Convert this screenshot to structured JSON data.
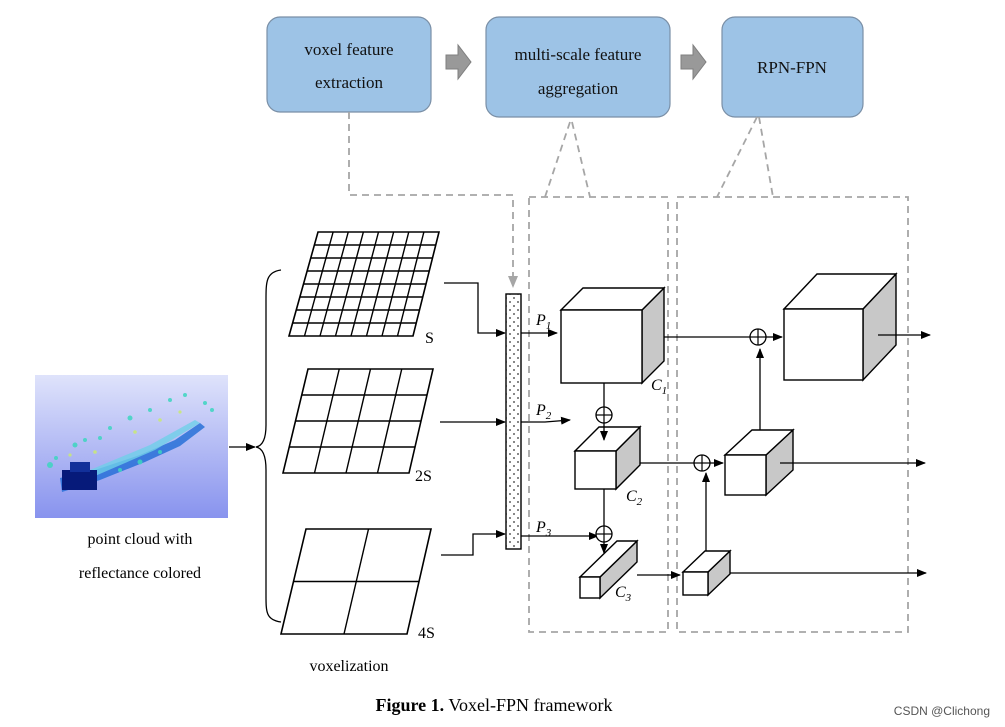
{
  "stages": [
    {
      "line1": "voxel feature",
      "line2": "extraction"
    },
    {
      "line1": "multi-scale feature",
      "line2": "aggregation"
    },
    {
      "line1": "RPN-FPN",
      "line2": ""
    }
  ],
  "pointcloud": {
    "line1": "point cloud with",
    "line2": "reflectance colored"
  },
  "grid_labels": {
    "s": "S",
    "s2": "2S",
    "s4": "4S"
  },
  "voxelization_label": "voxelization",
  "p_labels": {
    "p1": "P",
    "p1_sub": "1",
    "p2": "P",
    "p2_sub": "2",
    "p3": "P",
    "p3_sub": "3"
  },
  "c_labels": {
    "c1": "C",
    "c1_sub": "1",
    "c2": "C",
    "c2_sub": "2",
    "c3": "C",
    "c3_sub": "3"
  },
  "caption": {
    "bold": "Figure 1.",
    "rest": " Voxel-FPN framework"
  },
  "watermark": "CSDN @Clichong",
  "colors": {
    "stage_fill": "#9dc3e6",
    "dashed": "#a6a6a6",
    "cube_side": "#c8c8c8",
    "cloud_bg": "#9aa5f0"
  }
}
